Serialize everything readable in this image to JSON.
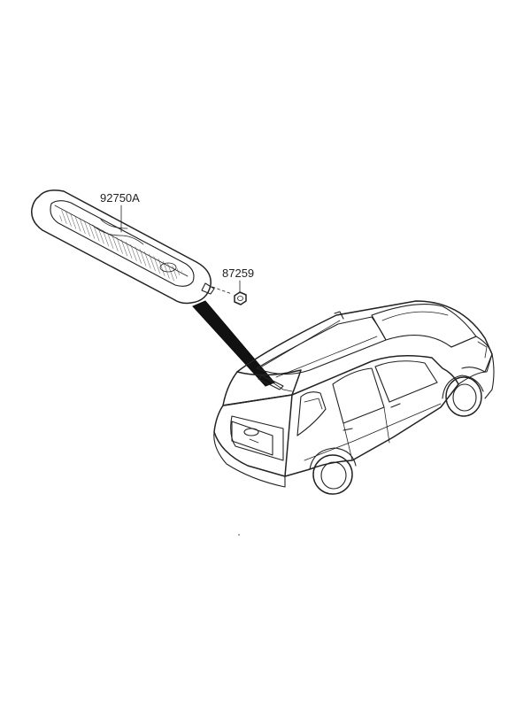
{
  "parts": [
    {
      "id": "lamp",
      "label": "92750A"
    },
    {
      "id": "nut",
      "label": "87259"
    }
  ],
  "colors": {
    "ink": "#222222",
    "background": "#ffffff"
  }
}
